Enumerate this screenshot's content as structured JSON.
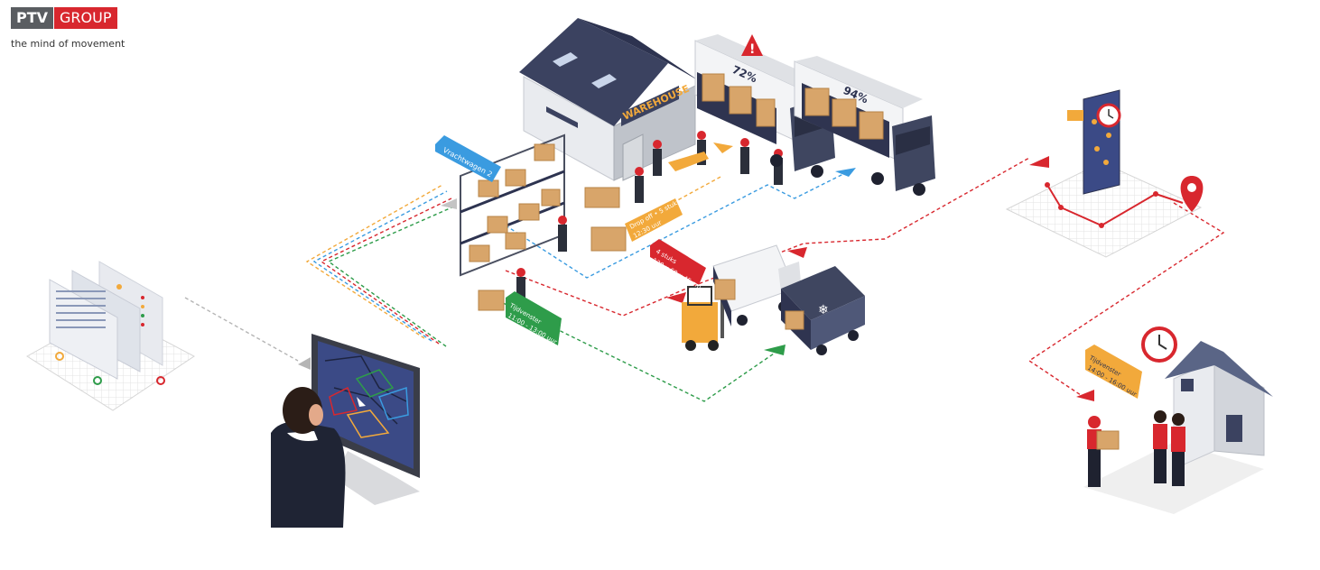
{
  "brand": {
    "left": "PTV",
    "right": "GROUP",
    "tagline": "the mind of movement"
  },
  "labels": {
    "warehouse_sign": "WAREHOUSE",
    "truck1_load": "72%",
    "truck2_load": "94%",
    "tag_blue": "Vrachtwagen 2",
    "tag_orange_line1": "Drop off • 5 stuks",
    "tag_orange_line2": "12:30 uur",
    "tag_red_line1": "4 stuks",
    "tag_red_line2": "120 x 60 x 45 cm",
    "tag_green_line1": "Tijdvenster",
    "tag_green_line2": "11:00 - 13:00 uur",
    "tag_home_line1": "Tijdvenster",
    "tag_home_line2": "14:00 - 16:00 uur",
    "alert_mark": "!"
  },
  "colors": {
    "brand_red": "#d8272e",
    "brand_grey": "#5a5d61",
    "route_blue": "#3a9be0",
    "route_orange": "#f2a93b",
    "route_red": "#d8272e",
    "route_green": "#2e9c4a",
    "truck_navy": "#3f4660"
  }
}
